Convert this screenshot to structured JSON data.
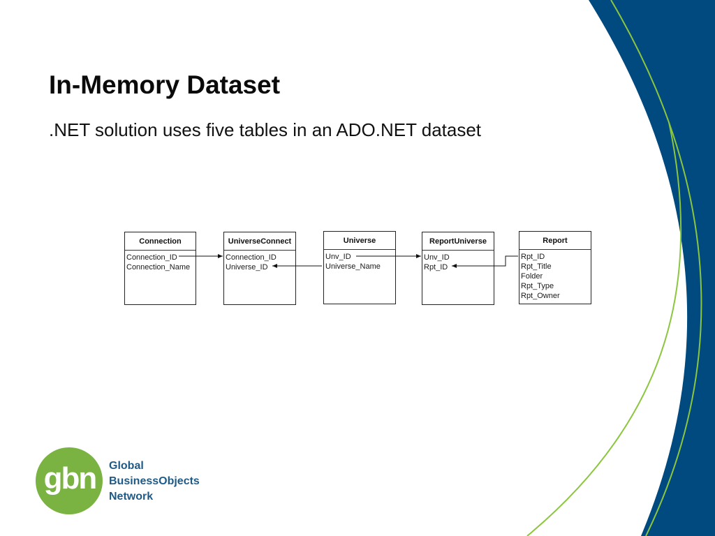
{
  "slide": {
    "title": "In-Memory Dataset",
    "subtitle": ".NET solution uses five tables in an ADO.NET dataset"
  },
  "diagram": {
    "tables": [
      {
        "id": "connection",
        "name": "Connection",
        "fields": [
          "Connection_ID",
          "Connection_Name"
        ]
      },
      {
        "id": "universeconnect",
        "name": "UniverseConnect",
        "fields": [
          "Connection_ID",
          "Universe_ID"
        ]
      },
      {
        "id": "universe",
        "name": "Universe",
        "fields": [
          "Unv_ID",
          "Universe_Name"
        ]
      },
      {
        "id": "reportuniverse",
        "name": "ReportUniverse",
        "fields": [
          "Unv_ID",
          "Rpt_ID"
        ]
      },
      {
        "id": "report",
        "name": "Report",
        "fields": [
          "Rpt_ID",
          "Rpt_Title",
          "Folder",
          "Rpt_Type",
          "Rpt_Owner"
        ]
      }
    ],
    "relationships": [
      {
        "from": "Connection.Connection_ID",
        "to": "UniverseConnect.Connection_ID"
      },
      {
        "from": "Universe.Unv_ID",
        "to": "UniverseConnect.Universe_ID"
      },
      {
        "from": "Universe.Unv_ID",
        "to": "ReportUniverse.Unv_ID"
      },
      {
        "from": "Report.Rpt_ID",
        "to": "ReportUniverse.Rpt_ID"
      }
    ]
  },
  "logo": {
    "monogram": "gbn",
    "lines": [
      "Global",
      "BusinessObjects",
      "Network"
    ],
    "colors": {
      "circle": "#7ab341",
      "text": "#1f5a87"
    }
  },
  "theme": {
    "navy": "#004a80",
    "green": "#8cc63f",
    "background": "#ffffff"
  }
}
